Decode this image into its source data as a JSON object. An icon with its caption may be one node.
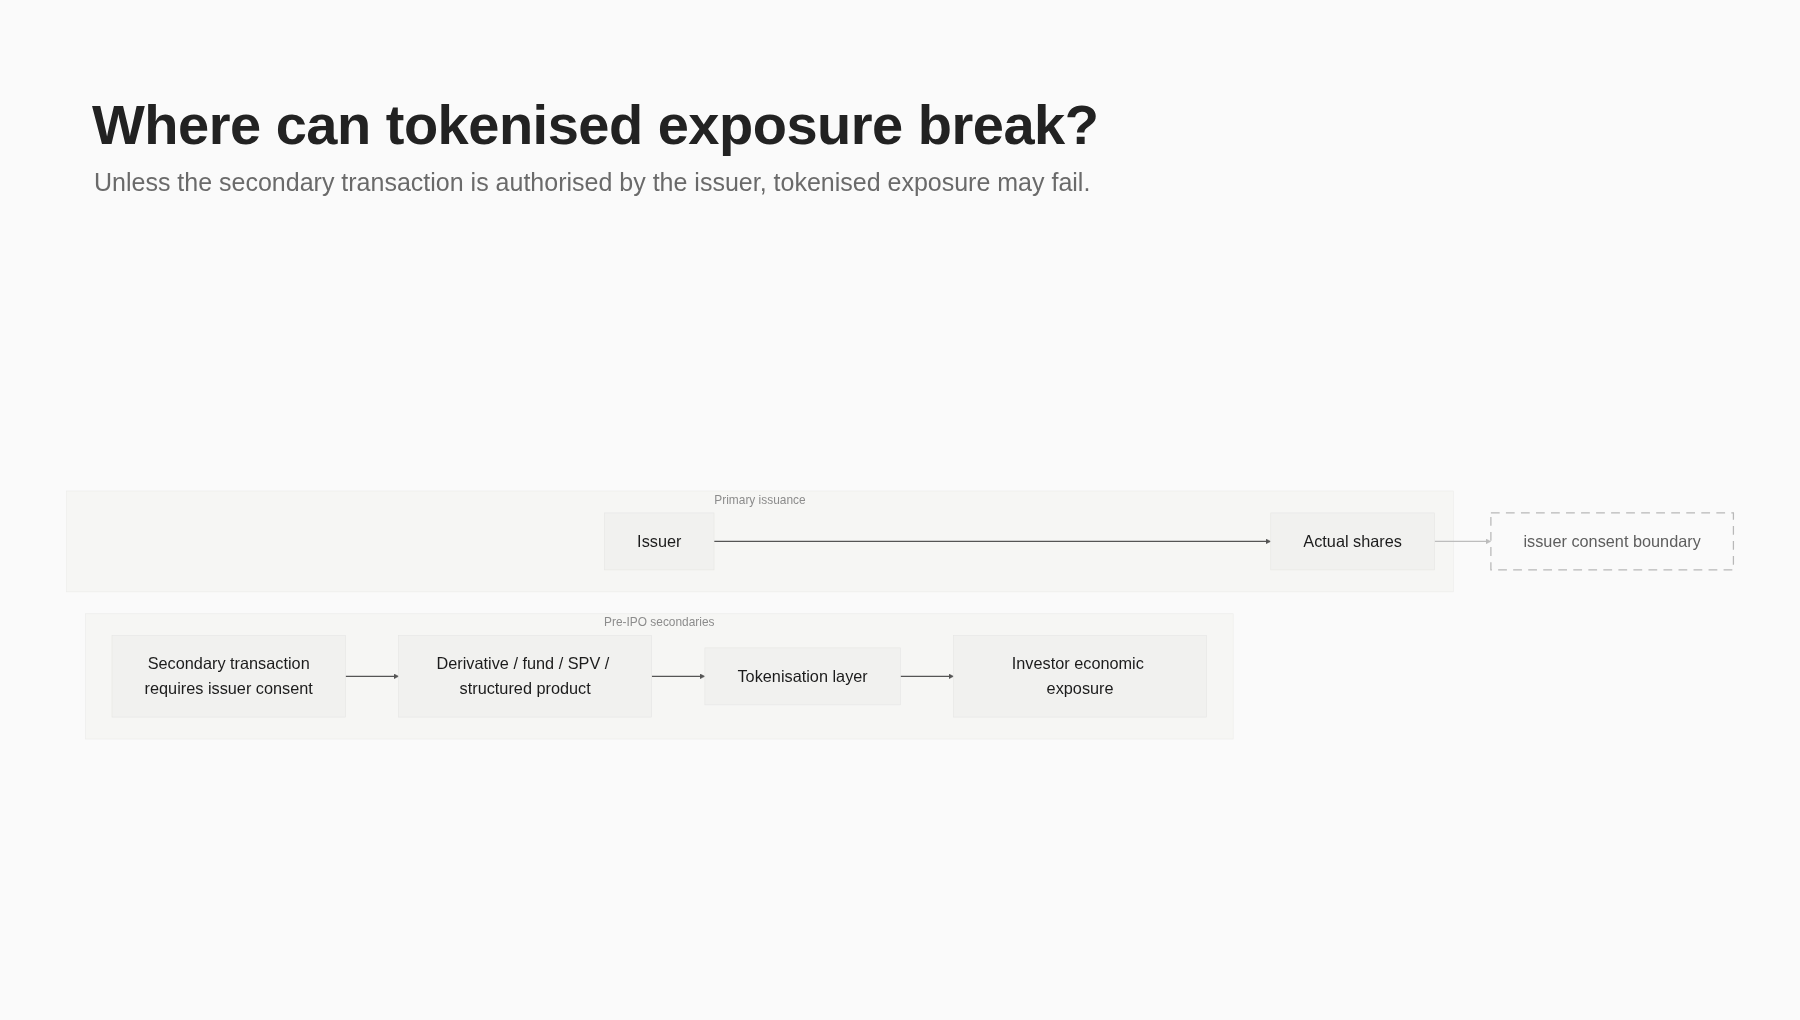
{
  "diagram": {
    "title": "Where can tokenised exposure break?",
    "nodes": [
      {
        "text": [
          "Primary issuance"
        ]
      },
      {
        "text": [
          "Issuer"
        ],
        "in": 0
      },
      {
        "text": [
          "Actual shares"
        ],
        "in": 0
      },
      {
        "text": [
          "issuer consent boundary"
        ]
      },
      {
        "text": [
          "Pre-IPO secondaries"
        ]
      },
      {
        "text": [
          "Secondary transaction",
          "requires issuer consent"
        ],
        "in": 4
      },
      {
        "text": [
          "Derivative / fund / SPV / structured product"
        ],
        "in": 4
      },
      {
        "text": [
          "Tokenisation layer"
        ],
        "in": 4
      },
      {
        "text": [
          "Investor economic exposure"
        ],
        "in": 4
      }
    ],
    "edges": [
      {
        "from": 1,
        "to": 2,
        "arrow": "to"
      },
      {
        "from": 2,
        "to": 3,
        "arrow": "to",
        "color": "#bdbdbd"
      },
      {
        "from": 5,
        "to": 6,
        "arrow": "to"
      },
      {
        "from": 6,
        "to": 7,
        "arrow": "to"
      },
      {
        "from": 7,
        "to": 8,
        "arrow": "to"
      }
    ],
    "labels": [
      "Unless the secondary transaction is authorised by the issuer, tokenised exposure may fail."
    ]
  }
}
